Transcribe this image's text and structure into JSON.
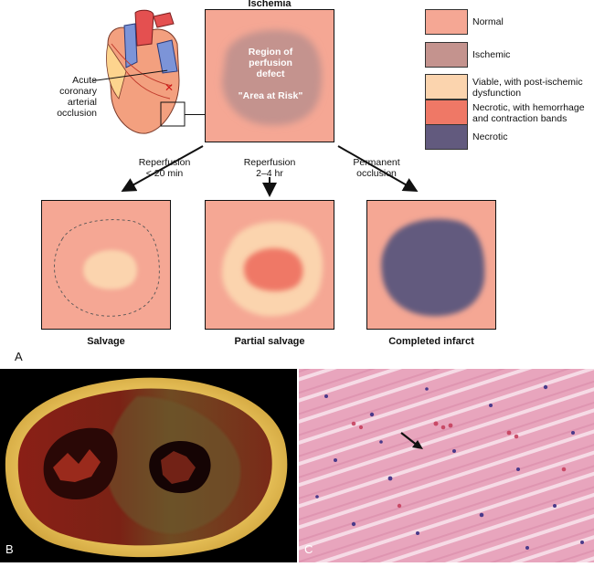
{
  "panel_a": {
    "letter": "A",
    "ischemia_title": "Ischemia",
    "heart_label": [
      "Acute",
      "coronary",
      "arterial",
      "occlusion"
    ],
    "perfusion_label": [
      "Region of",
      "perfusion",
      "defect"
    ],
    "area_at_risk": "\"Area at Risk\"",
    "pathways": [
      {
        "label": [
          "Reperfusion",
          "< 20 min"
        ],
        "caption": "Salvage"
      },
      {
        "label": [
          "Reperfusion",
          "2–4 hr"
        ],
        "caption": "Partial salvage"
      },
      {
        "label": [
          "Permanent",
          "occlusion"
        ],
        "caption": "Completed infarct"
      }
    ],
    "legend": [
      {
        "label": "Normal",
        "color": "#f5a794"
      },
      {
        "label": "Ischemic",
        "color": "#c4938e"
      },
      {
        "label": "Viable, with post-ischemic dysfunction",
        "color": "#fbd4ae"
      },
      {
        "label": "Necrotic, with hemorrhage and contraction bands",
        "color": "#ef7866"
      },
      {
        "label": "Necrotic",
        "color": "#625a7e"
      }
    ]
  },
  "panel_b": {
    "letter": "B"
  },
  "panel_c": {
    "letter": "C"
  }
}
